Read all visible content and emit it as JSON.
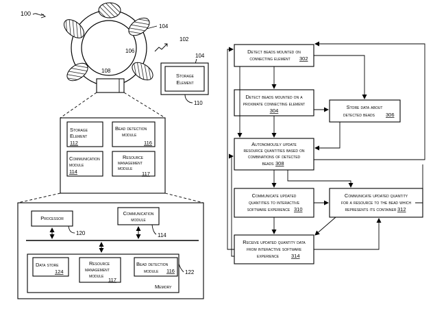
{
  "labels": {
    "fig_ref": "100",
    "ring_ref": "102",
    "bead_ref": "104",
    "bead_ref_2": "104",
    "inner_ref": "106",
    "device_ref": "108",
    "storage_ref": "110",
    "processor_ref": "120",
    "comm_ref": "114",
    "memory_ref": "122"
  },
  "external_storage": {
    "line1": "Storage",
    "line2": "Element"
  },
  "device": {
    "storage": {
      "line1": "Storage",
      "line2": "Element",
      "ref": "112"
    },
    "bead_detection": {
      "line1": "Bead detection",
      "line2": "module",
      "ref": "116"
    },
    "communication": {
      "line1": "Communication",
      "line2": "module",
      "ref": "114"
    },
    "resource_mgmt": {
      "line1": "Resource",
      "line2": "management",
      "line3": "module",
      "ref": "117"
    }
  },
  "system": {
    "processor": "Processor",
    "communication": {
      "line1": "Communication",
      "line2": "module"
    },
    "memory_label": "Memory",
    "data_store": {
      "line1": "Data store",
      "ref": "124"
    },
    "resource_mgmt": {
      "line1": "Resource",
      "line2": "management",
      "line3": "module",
      "ref": "117"
    },
    "bead_detection": {
      "line1": "Bead detection",
      "line2": "module",
      "ref": "116"
    }
  },
  "flow": {
    "s302": {
      "line1": "Detect beads mounted on",
      "line2": "connecting element",
      "ref": "302"
    },
    "s304": {
      "line1": "Detect beads mounted on a",
      "line2": "proximate connecting element",
      "ref": "304"
    },
    "s306": {
      "line1": "Store data about",
      "line2": "detected beads",
      "ref": "306"
    },
    "s308": {
      "line1": "Autonomously update",
      "line2": "resource quantities based on",
      "line3": "combinations of detected",
      "line4": "beads",
      "ref": "308"
    },
    "s310": {
      "line1": "Communicate updated",
      "line2": "quantities to interactive",
      "line3": "software experience",
      "ref": "310"
    },
    "s312": {
      "line1": "Communicate updated quantity",
      "line2": "for a resource to the bead which",
      "line3": "represents its container",
      "ref": "312"
    },
    "s314": {
      "line1": "Receive updated quantity data",
      "line2": "from interactive software",
      "line3": "experience",
      "ref": "314"
    }
  }
}
